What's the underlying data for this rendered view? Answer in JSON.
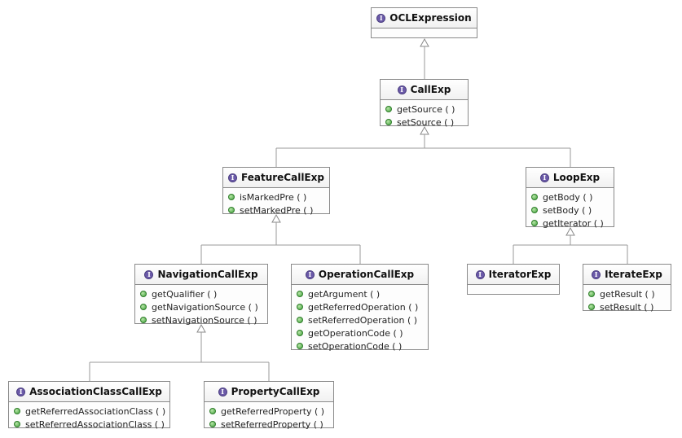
{
  "diagram": {
    "classes": [
      {
        "id": "OCLExpression",
        "name": "OCLExpression",
        "stereotype_icon": "interface-icon",
        "operations": []
      },
      {
        "id": "CallExp",
        "name": "CallExp",
        "stereotype_icon": "interface-icon",
        "operations": [
          "getSource ( )",
          "setSource ( )"
        ]
      },
      {
        "id": "FeatureCallExp",
        "name": "FeatureCallExp",
        "stereotype_icon": "interface-icon",
        "operations": [
          "isMarkedPre ( )",
          "setMarkedPre ( )"
        ]
      },
      {
        "id": "LoopExp",
        "name": "LoopExp",
        "stereotype_icon": "interface-icon",
        "operations": [
          "getBody ( )",
          "setBody ( )",
          "getIterator ( )"
        ]
      },
      {
        "id": "NavigationCallExp",
        "name": "NavigationCallExp",
        "stereotype_icon": "interface-icon",
        "operations": [
          "getQualifier ( )",
          "getNavigationSource ( )",
          "setNavigationSource ( )"
        ]
      },
      {
        "id": "OperationCallExp",
        "name": "OperationCallExp",
        "stereotype_icon": "interface-icon",
        "operations": [
          "getArgument ( )",
          "getReferredOperation ( )",
          "setReferredOperation ( )",
          "getOperationCode ( )",
          "setOperationCode ( )"
        ]
      },
      {
        "id": "IteratorExp",
        "name": "IteratorExp",
        "stereotype_icon": "interface-icon",
        "operations": []
      },
      {
        "id": "IterateExp",
        "name": "IterateExp",
        "stereotype_icon": "interface-icon",
        "operations": [
          "getResult ( )",
          "setResult ( )"
        ]
      },
      {
        "id": "AssociationClassCallExp",
        "name": "AssociationClassCallExp",
        "stereotype_icon": "interface-icon",
        "operations": [
          "getReferredAssociationClass ( )",
          "setReferredAssociationClass ( )"
        ]
      },
      {
        "id": "PropertyCallExp",
        "name": "PropertyCallExp",
        "stereotype_icon": "interface-icon",
        "operations": [
          "getReferredProperty ( )",
          "setReferredProperty ( )"
        ]
      }
    ],
    "generalizations": [
      {
        "child": "CallExp",
        "parent": "OCLExpression"
      },
      {
        "child": "FeatureCallExp",
        "parent": "CallExp"
      },
      {
        "child": "LoopExp",
        "parent": "CallExp"
      },
      {
        "child": "NavigationCallExp",
        "parent": "FeatureCallExp"
      },
      {
        "child": "OperationCallExp",
        "parent": "FeatureCallExp"
      },
      {
        "child": "IteratorExp",
        "parent": "LoopExp"
      },
      {
        "child": "IterateExp",
        "parent": "LoopExp"
      },
      {
        "child": "AssociationClassCallExp",
        "parent": "NavigationCallExp"
      },
      {
        "child": "PropertyCallExp",
        "parent": "NavigationCallExp"
      }
    ],
    "colors": {
      "interface_icon": "#6b5aa8",
      "operation_dot": "#3fa03a",
      "border": "#8a8a8a",
      "edge": "#9a9a9a"
    }
  }
}
